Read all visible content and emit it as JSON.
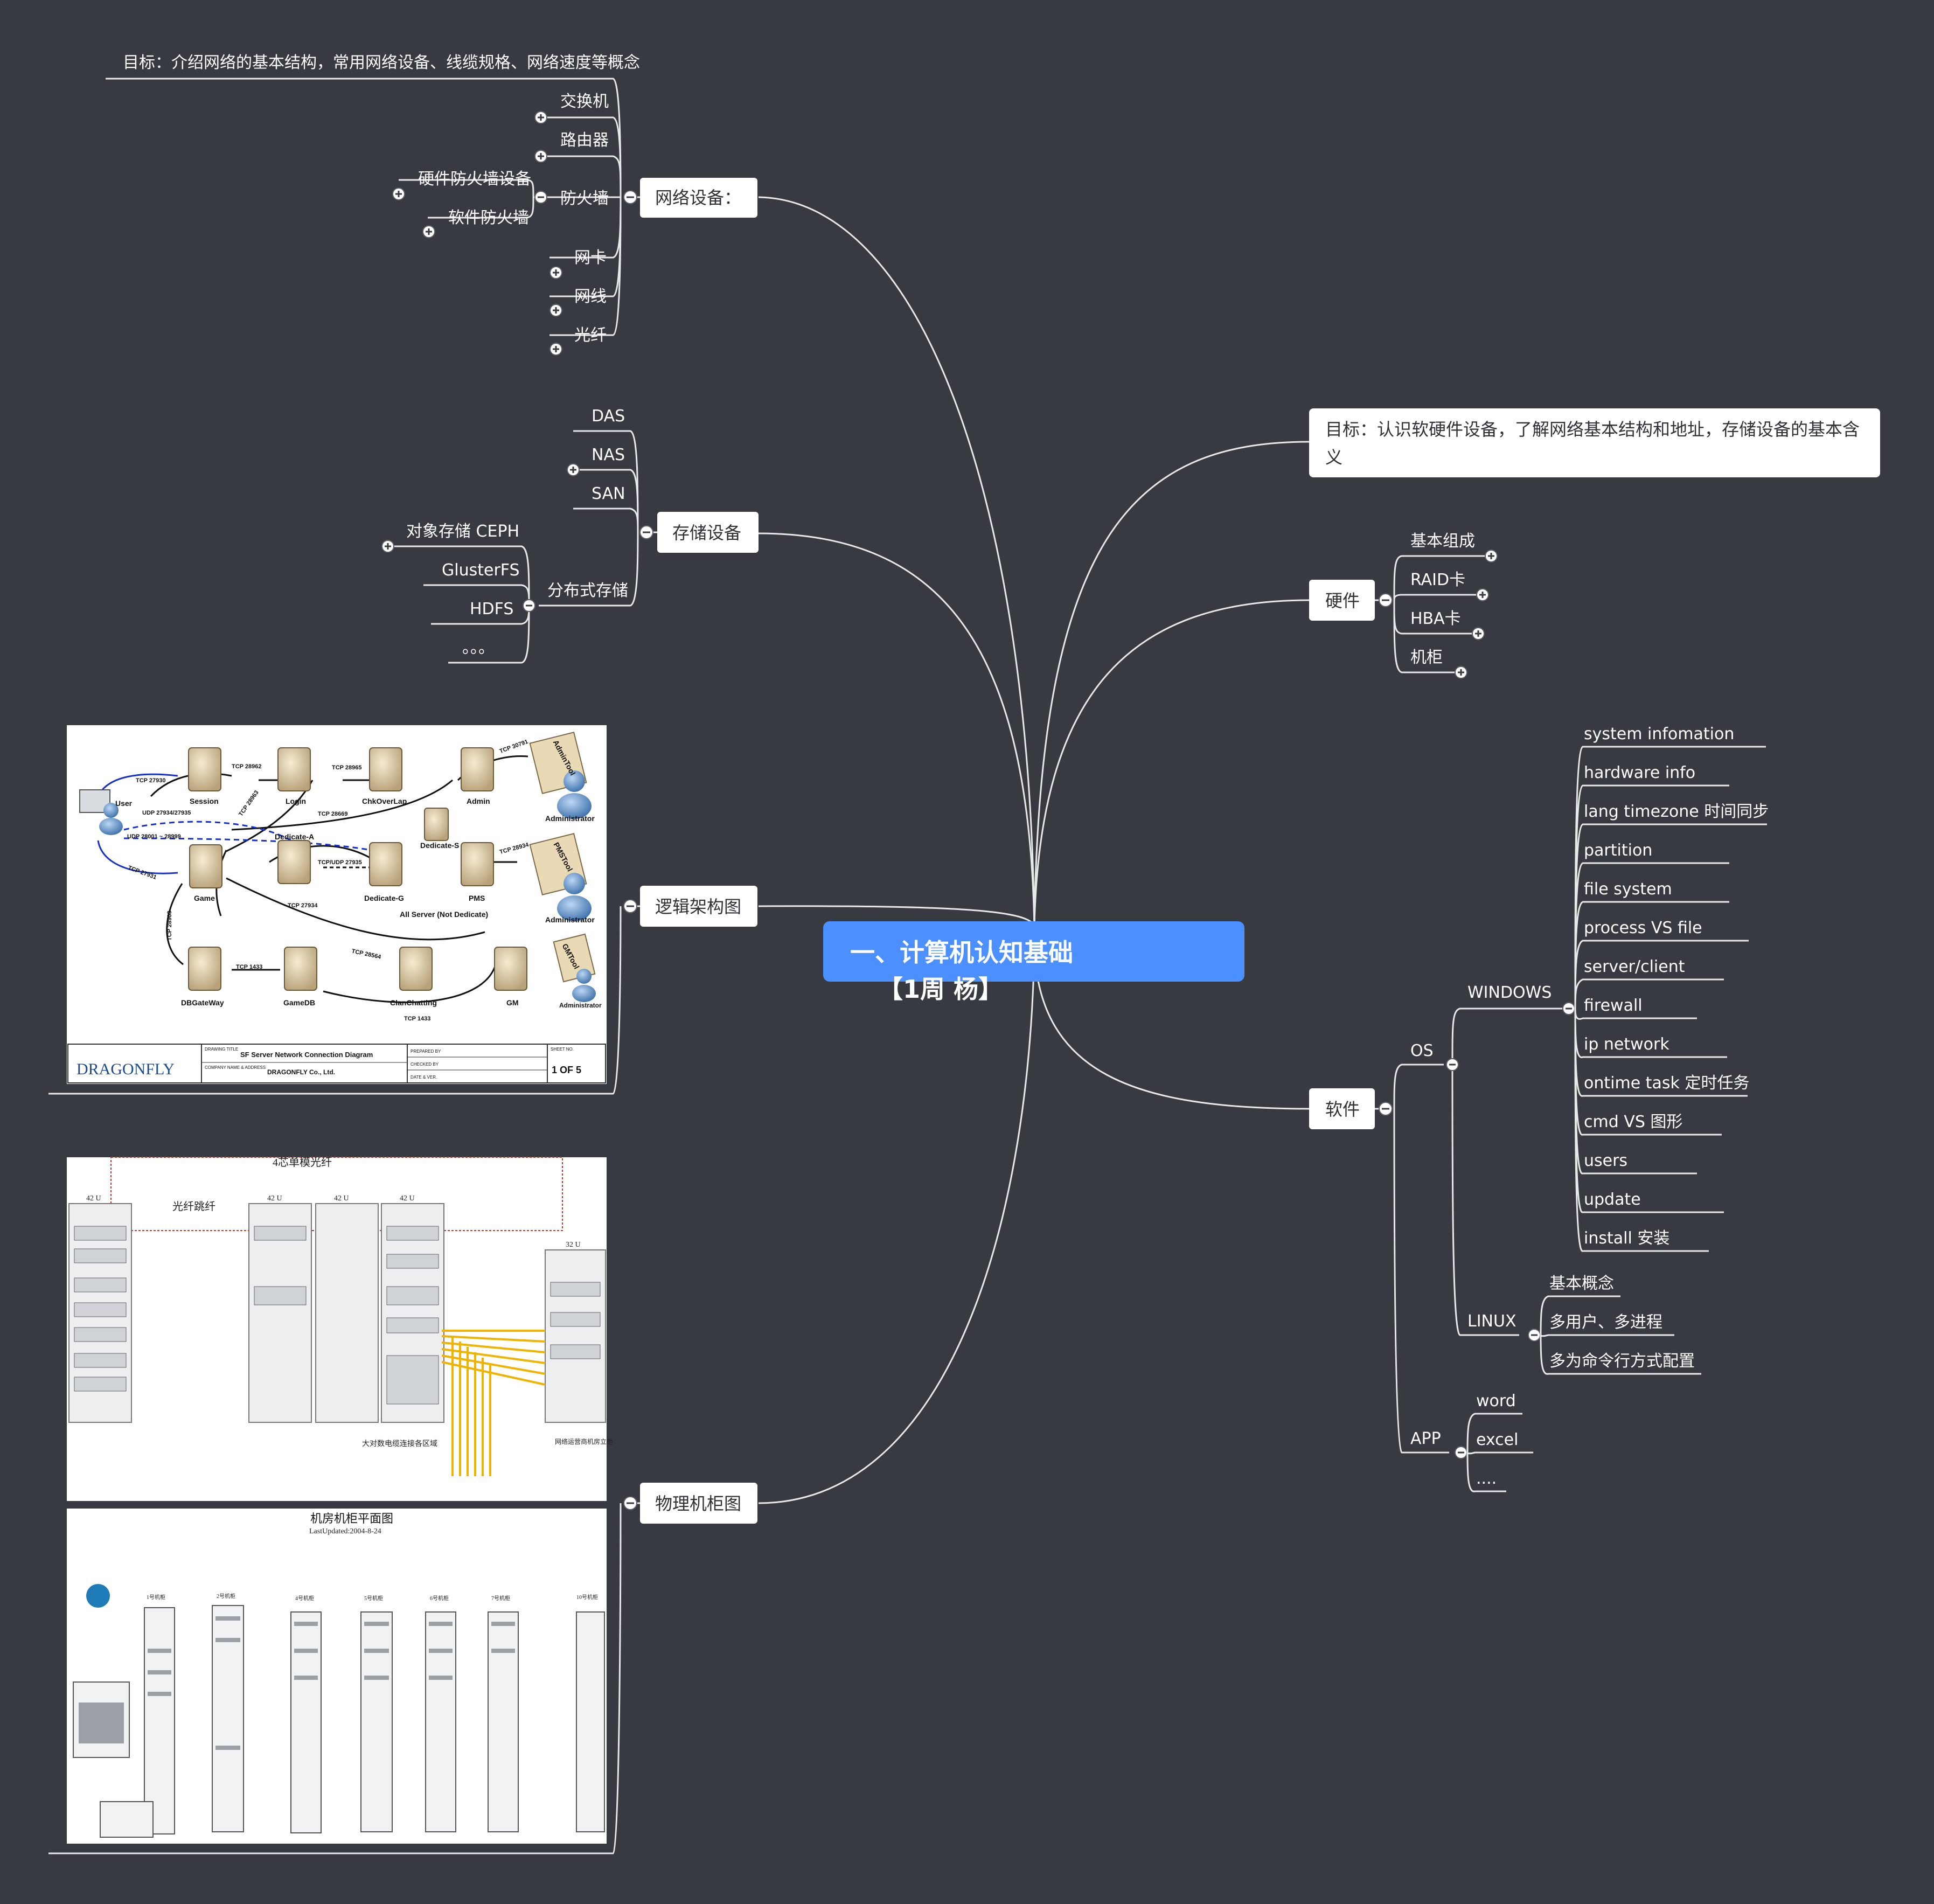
{
  "root": {
    "line1": "一、计算机认知基础",
    "line2": "【1周  杨】"
  },
  "left": {
    "network": {
      "label": "网络设备：",
      "goal": "目标：介绍网络的基本结构，常用网络设备、线缆规格、网络速度等概念",
      "items": [
        "交换机",
        "路由器",
        "防火墙",
        "网卡",
        "网线",
        "光纤"
      ],
      "firewall_children": [
        "硬件防火墙设备",
        "软件防火墙"
      ]
    },
    "storage": {
      "label": "存储设备",
      "items": [
        "DAS",
        "NAS",
        "SAN",
        "分布式存储"
      ],
      "distributed_children": [
        "对象存储 CEPH",
        "GlusterFS",
        "HDFS",
        "。。。"
      ]
    },
    "logical": {
      "label": "逻辑架构图",
      "diagram": {
        "nodes": [
          "Session",
          "Login",
          "ChkOverLap",
          "Admin",
          "AdminTool",
          "Administrator",
          "User",
          "Dedicate-A",
          "Dedicate-S",
          "Dedicate-G",
          "PMS",
          "PMSTool",
          "Administrator",
          "Game",
          "DBGateWay",
          "GameDB",
          "ClanChatting",
          "GM",
          "GMTool",
          "Administrator"
        ],
        "links": [
          "TCP 27930",
          "TCP 28962",
          "TCP 28965",
          "TCP 28963",
          "TCP 30791",
          "TCP 28669",
          "UDP 27934/27935",
          "UDP 28001 ~ 28999",
          "TCP 27931",
          "TCP/UDP 27935",
          "TCP 28934",
          "TCP 27934",
          "TCP 28963",
          "TCP 1433",
          "TCP 28564",
          "TCP 1433"
        ],
        "note": "All Server (Not Dedicate)",
        "title_block": {
          "logo": "DRAGONFLY",
          "drawing_title_label": "DRAWING TITLE",
          "drawing_title": "SF Server Network Connection Diagram",
          "company_label": "COMPANY NAME & ADDRESS",
          "company": "DRAGONFLY Co., Ltd.",
          "prepared": "PREPARED BY",
          "checked": "CHECKED BY",
          "date": "DATE & VER.",
          "sheet_label": "SHEET NO.",
          "sheet": "1 OF 5"
        }
      }
    },
    "physical": {
      "label": "物理机柜图",
      "rack_diagram": {
        "top_label": "4芯单模光纤",
        "fiber_label": "光纤跳纤",
        "rack_units": [
          "42 U",
          "42 U",
          "42 U",
          "42 U",
          "32 U"
        ],
        "notes": [
          "大对数电缆连接各区域",
          "网络运营商机房立柜"
        ]
      },
      "floor_plan": {
        "title": "机房机柜平面图",
        "subtitle": "LastUpdated:2004-8-24",
        "racks": [
          "1号机柜",
          "2号机柜",
          "4号机柜",
          "5号机柜",
          "6号机柜",
          "7号机柜",
          "10号机柜"
        ]
      }
    }
  },
  "right": {
    "goal": {
      "line1": "目标：认识软硬件设备，了解网络基本结构和地址，存储设备的基本含",
      "line2": "义"
    },
    "hardware": {
      "label": "硬件",
      "items": [
        "基本组成",
        "RAID卡",
        "HBA卡",
        "机柜"
      ]
    },
    "software": {
      "label": "软件",
      "os": {
        "label": "OS",
        "windows": {
          "label": "WINDOWS",
          "items": [
            "system infomation",
            "hardware info",
            "lang timezone 时间同步",
            "partition",
            "file system",
            "process VS file",
            "server/client",
            "firewall",
            "ip network",
            "ontime task 定时任务",
            "cmd VS 图形",
            "users",
            "update",
            "install 安装"
          ]
        },
        "linux": {
          "label": "LINUX",
          "items": [
            "基本概念",
            "多用户、多进程",
            "多为命令行方式配置"
          ]
        }
      },
      "app": {
        "label": "APP",
        "items": [
          "word",
          "excel",
          "...."
        ]
      }
    }
  },
  "colors": {
    "background": "#373a40",
    "root": "#4c8fff",
    "line": "#e8e8e8",
    "box": "#ffffff"
  }
}
